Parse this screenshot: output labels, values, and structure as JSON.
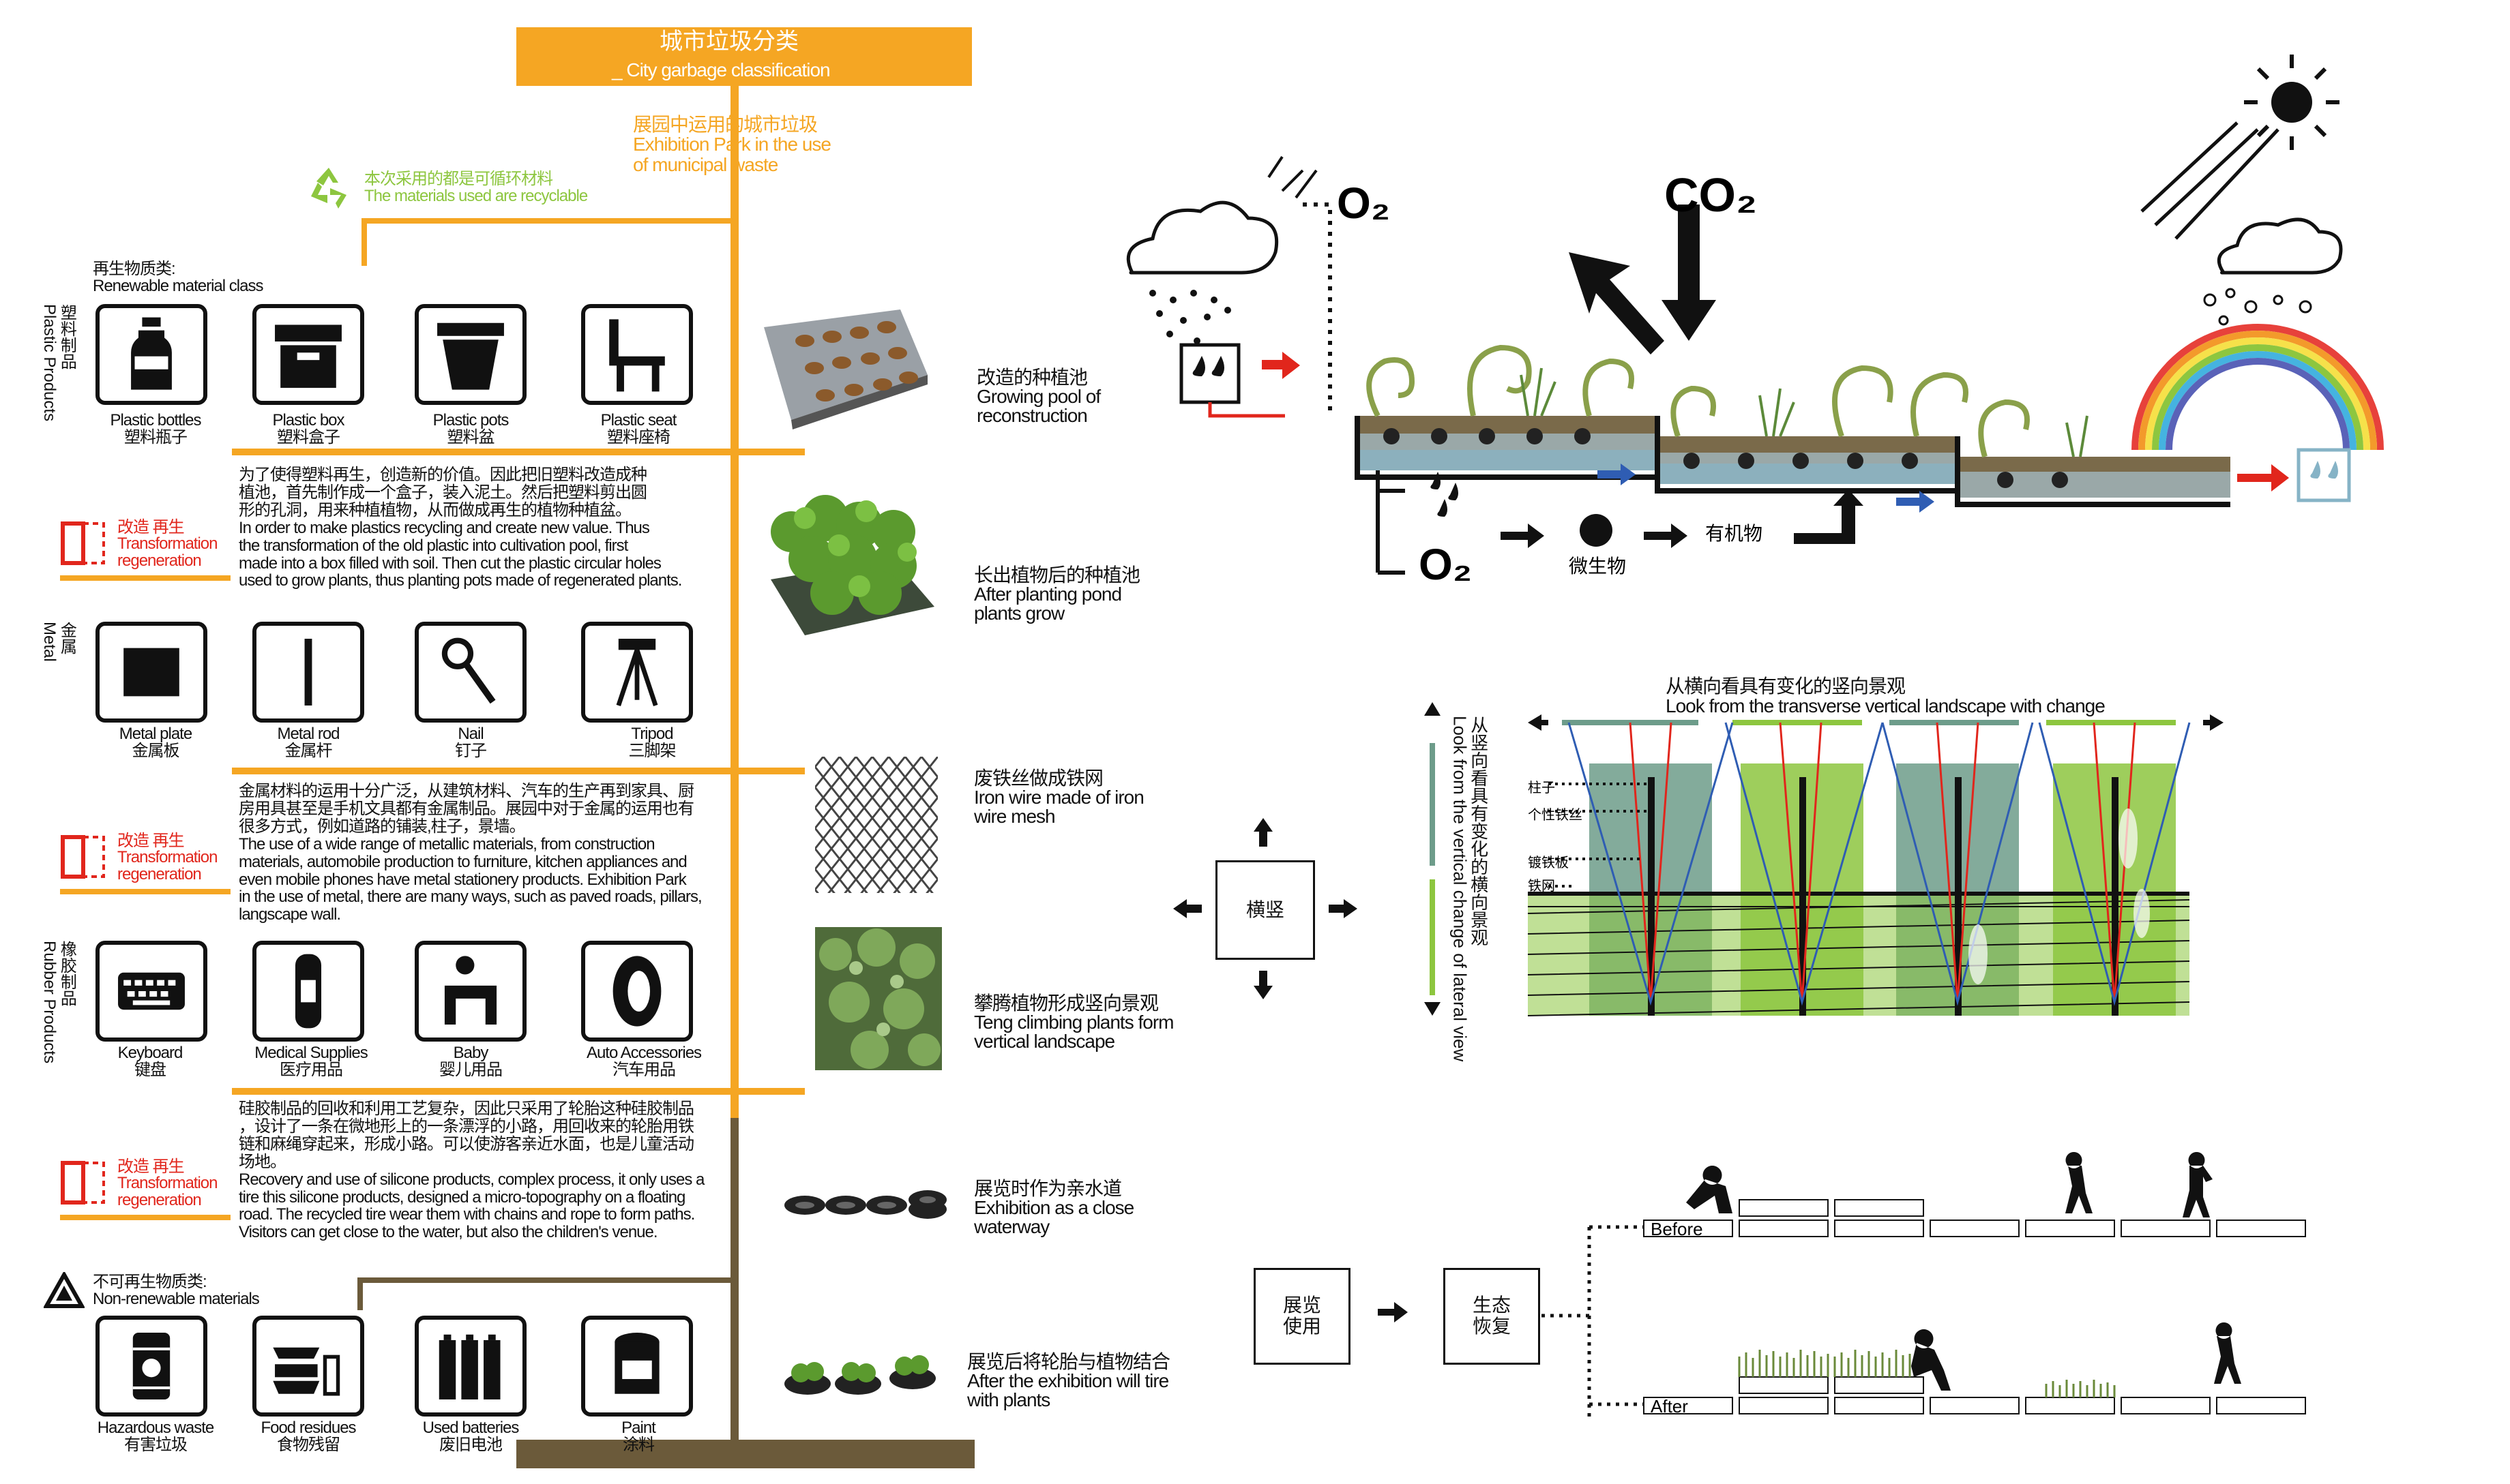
{
  "header": {
    "title_cn": "城市垃圾分类",
    "title_en": "_ City garbage classification"
  },
  "exhibition": {
    "cn": "展园中运用的城市垃圾",
    "en1": "Exhibition Park in the use",
    "en2": "of municipal waste"
  },
  "recycle": {
    "cn": "本次采用的都是可循环材料",
    "en": "The materials used are recyclable"
  },
  "renewable": {
    "cn": "再生物质类:",
    "en": "Renewable material class"
  },
  "plastic": {
    "side_cn": "塑料制品",
    "side_en": "Plastic Products",
    "items": [
      {
        "en": "Plastic bottles",
        "cn": "塑料瓶子"
      },
      {
        "en": "Plastic box",
        "cn": "塑料盒子"
      },
      {
        "en": "Plastic pots",
        "cn": "塑料盆"
      },
      {
        "en": "Plastic seat",
        "cn": "塑料座椅"
      }
    ],
    "para": [
      "为了使得塑料再生，创造新的价值。因此把旧塑料改造成种",
      "植池，首先制作成一个盒子，装入泥土。然后把塑料剪出圆",
      "形的孔洞，用来种植植物，从而做成再生的植物种植盆。",
      "In order to make plastics recycling and create new value. Thus",
      "the transformation of the old plastic into cultivation pool, first",
      "made into a box filled with soil. Then cut the plastic circular holes",
      "used to grow plants, thus planting pots made of regenerated plants."
    ]
  },
  "metal": {
    "side_cn": "金属",
    "side_en": "Metal",
    "items": [
      {
        "en": "Metal plate",
        "cn": "金属板"
      },
      {
        "en": "Metal rod",
        "cn": "金属杆"
      },
      {
        "en": "Nail",
        "cn": "钉子"
      },
      {
        "en": "Tripod",
        "cn": "三脚架"
      }
    ],
    "para": [
      "金属材料的运用十分广泛，从建筑材料、汽车的生产再到家具、厨",
      "房用具甚至是手机文具都有金属制品。展园中对于金属的运用也有",
      "很多方式，例如道路的铺装,柱子，景墙。",
      "The use of a wide range of metallic materials, from construction",
      "materials, automobile production to furniture, kitchen appliances and",
      "even mobile phones have metal stationery products. Exhibition Park",
      "in the use of metal, there are many ways, such as paved roads, pillars,",
      "langscape wall."
    ]
  },
  "rubber": {
    "side_cn": "橡胶制品",
    "side_en": "Rubber Products",
    "items": [
      {
        "en": "Keyboard",
        "cn": "键盘"
      },
      {
        "en": "Medical Supplies",
        "cn": "医疗用品"
      },
      {
        "en": "Baby",
        "cn": "婴儿用品"
      },
      {
        "en": "Auto Accessories",
        "cn": "汽车用品"
      }
    ],
    "para": [
      "硅胶制品的回收和利用工艺复杂，因此只采用了轮胎这种硅胶制品",
      "，设计了一条在微地形上的一条漂浮的小路，用回收来的轮胎用铁",
      "链和麻绳穿起来，形成小路。可以使游客亲近水面，也是儿童活动",
      "场地。",
      "Recovery and use of silicone products, complex process, it only uses a",
      "tire this silicone products, designed a micro-topography on a floating",
      "road. The recycled tire wear them with chains and rope to form paths.",
      "Visitors can get close to the water, but also the children's venue."
    ]
  },
  "transformation": {
    "cn": "改造 再生",
    "en1": "Transformation",
    "en2": "regeneration"
  },
  "nonrenewable": {
    "cn": "不可再生物质类:",
    "en": "Non-renewable materials",
    "items": [
      {
        "en": "Hazardous waste",
        "cn": "有害垃圾"
      },
      {
        "en": "Food residues",
        "cn": "食物残留"
      },
      {
        "en": "Used batteries",
        "cn": "废旧电池"
      },
      {
        "en": "Paint",
        "cn": "涂料"
      }
    ]
  },
  "photos": [
    {
      "cn": "改造的种植池",
      "en1": "Growing pool of",
      "en2": "reconstruction"
    },
    {
      "cn": "长出植物后的种植池",
      "en1": "After planting pond",
      "en2": "plants grow"
    },
    {
      "cn": "废铁丝做成铁网",
      "en1": "Iron wire made of iron",
      "en2": "wire mesh"
    },
    {
      "cn": "攀腾植物形成竖向景观",
      "en1": "Teng climbing plants form",
      "en2": "vertical landscape"
    },
    {
      "cn": "展览时作为亲水道",
      "en1": "Exhibition as a close",
      "en2": "waterway"
    },
    {
      "cn": "展览后将轮胎与植物结合",
      "en1": "After the exhibition will tire",
      "en2": "with plants"
    }
  ],
  "eco": {
    "o2_top": "O₂",
    "co2": "CO₂",
    "o2_bottom": "O₂",
    "microbe": "微生物",
    "organic": "有机物"
  },
  "landscape": {
    "title_cn": "从横向看具有变化的竖向景观",
    "title_en": "Look from the transverse vertical landscape with change",
    "side_cn": "从竖向看具有变化的横向景观",
    "side_en": "Look from the vertical change of lateral view",
    "center": "横竖",
    "labels": [
      "柱子",
      "个性铁丝",
      "镀铁板",
      "铁网"
    ]
  },
  "restore": {
    "box1": "展览\n使用",
    "box2": "生态\n恢复",
    "before": "Before",
    "after": "After"
  },
  "colors": {
    "orange": "#f5a623",
    "red": "#e1261c",
    "green": "#8dc63f",
    "blue": "#2f5db3",
    "trunk": "#6b5a3a",
    "teal": "#6d9c8a"
  }
}
